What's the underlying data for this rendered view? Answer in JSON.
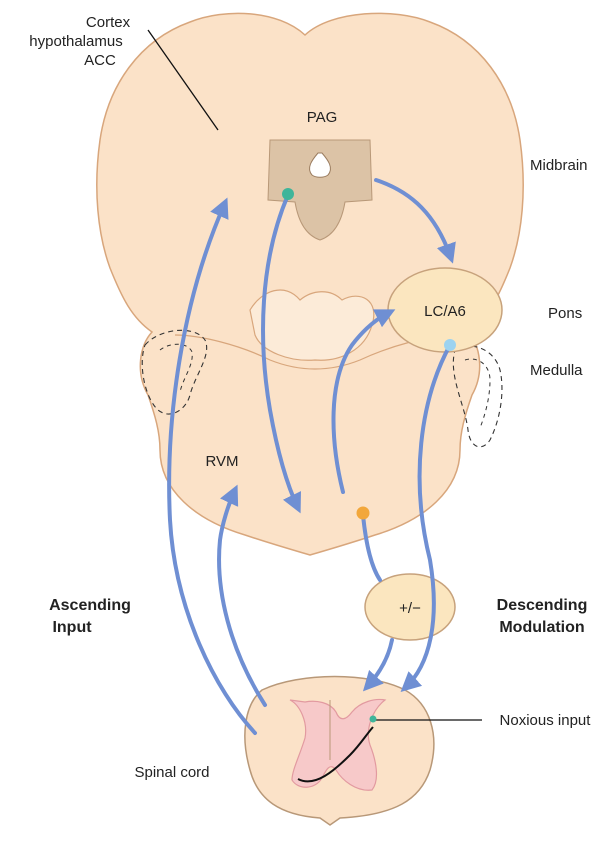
{
  "labels": {
    "cortex_line1": "Cortex",
    "cortex_line2": "hypothalamus",
    "cortex_line3": "ACC",
    "pag": "PAG",
    "midbrain": "Midbrain",
    "lc_a6": "LC/A6",
    "pons": "Pons",
    "medulla": "Medulla",
    "rvm": "RVM",
    "ascending_line1": "Ascending",
    "ascending_line2": "Input",
    "modulator": "+/−",
    "descending_line1": "Descending",
    "descending_line2": "Modulation",
    "spinal_cord": "Spinal cord",
    "noxious_input": "Noxious input"
  },
  "colors": {
    "brain_fill": "#fbe2c8",
    "brain_stroke": "#d8a67c",
    "pag_fill": "#dcc3a6",
    "node_fill": "#fbe6bf",
    "pathway": "#6f8fd3",
    "grey_matter": "#f7c9c9",
    "grey_matter_stroke": "#e29aa0",
    "node_green": "#3fb59a",
    "node_blue": "#9cd3f0",
    "node_orange": "#f2a73b"
  }
}
